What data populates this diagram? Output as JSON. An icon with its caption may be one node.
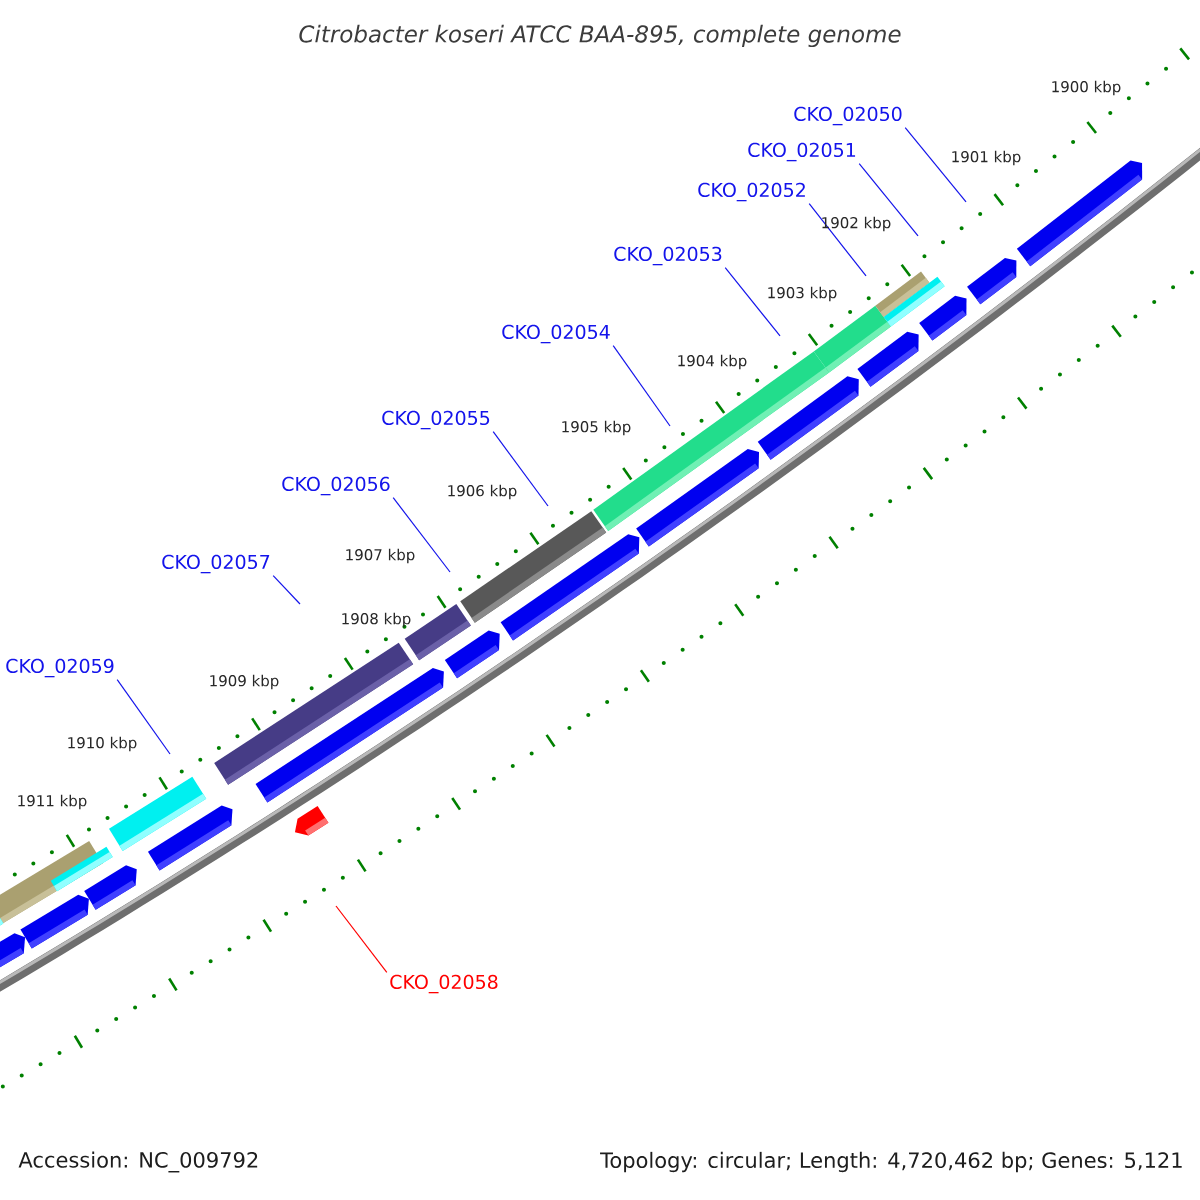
{
  "diagram": {
    "title": "Citrobacter koseri ATCC BAA-895, complete genome",
    "nodes": [
      {
        "text": [
          "CKO_02050"
        ]
      },
      {
        "text": [
          "CKO_02051"
        ]
      },
      {
        "text": [
          "CKO_02052"
        ]
      },
      {
        "text": [
          "CKO_02053"
        ]
      },
      {
        "text": [
          "CKO_02054"
        ]
      },
      {
        "text": [
          "CKO_02055"
        ]
      },
      {
        "text": [
          "CKO_02056"
        ]
      },
      {
        "text": [
          "CKO_02057"
        ]
      },
      {
        "text": [
          "CKO_02059"
        ]
      },
      {
        "text": [
          "CKO_02058"
        ]
      }
    ],
    "edges": [
      {
        "from": 0,
        "to": null,
        "arrow": "none"
      },
      {
        "from": 1,
        "to": null,
        "arrow": "none"
      },
      {
        "from": 2,
        "to": null,
        "arrow": "none"
      },
      {
        "from": 3,
        "to": null,
        "arrow": "none"
      },
      {
        "from": 4,
        "to": null,
        "arrow": "none"
      },
      {
        "from": 5,
        "to": null,
        "arrow": "none"
      },
      {
        "from": 6,
        "to": null,
        "arrow": "none"
      },
      {
        "from": 7,
        "to": null,
        "arrow": "none"
      },
      {
        "from": 8,
        "to": null,
        "arrow": "none"
      },
      {
        "from": 9,
        "to": null,
        "arrow": "none",
        "color": "#ff0000"
      }
    ],
    "labels": [
      "1900 kbp",
      "1901 kbp",
      "1902 kbp",
      "1903 kbp",
      "1904 kbp",
      "1905 kbp",
      "1906 kbp",
      "1907 kbp",
      "1908 kbp",
      "1909 kbp",
      "1910 kbp",
      "1911 kbp",
      "Accession: NC_009792",
      "Topology: circular; Length: 4,720,462 bp; Genes: 5,121"
    ]
  }
}
